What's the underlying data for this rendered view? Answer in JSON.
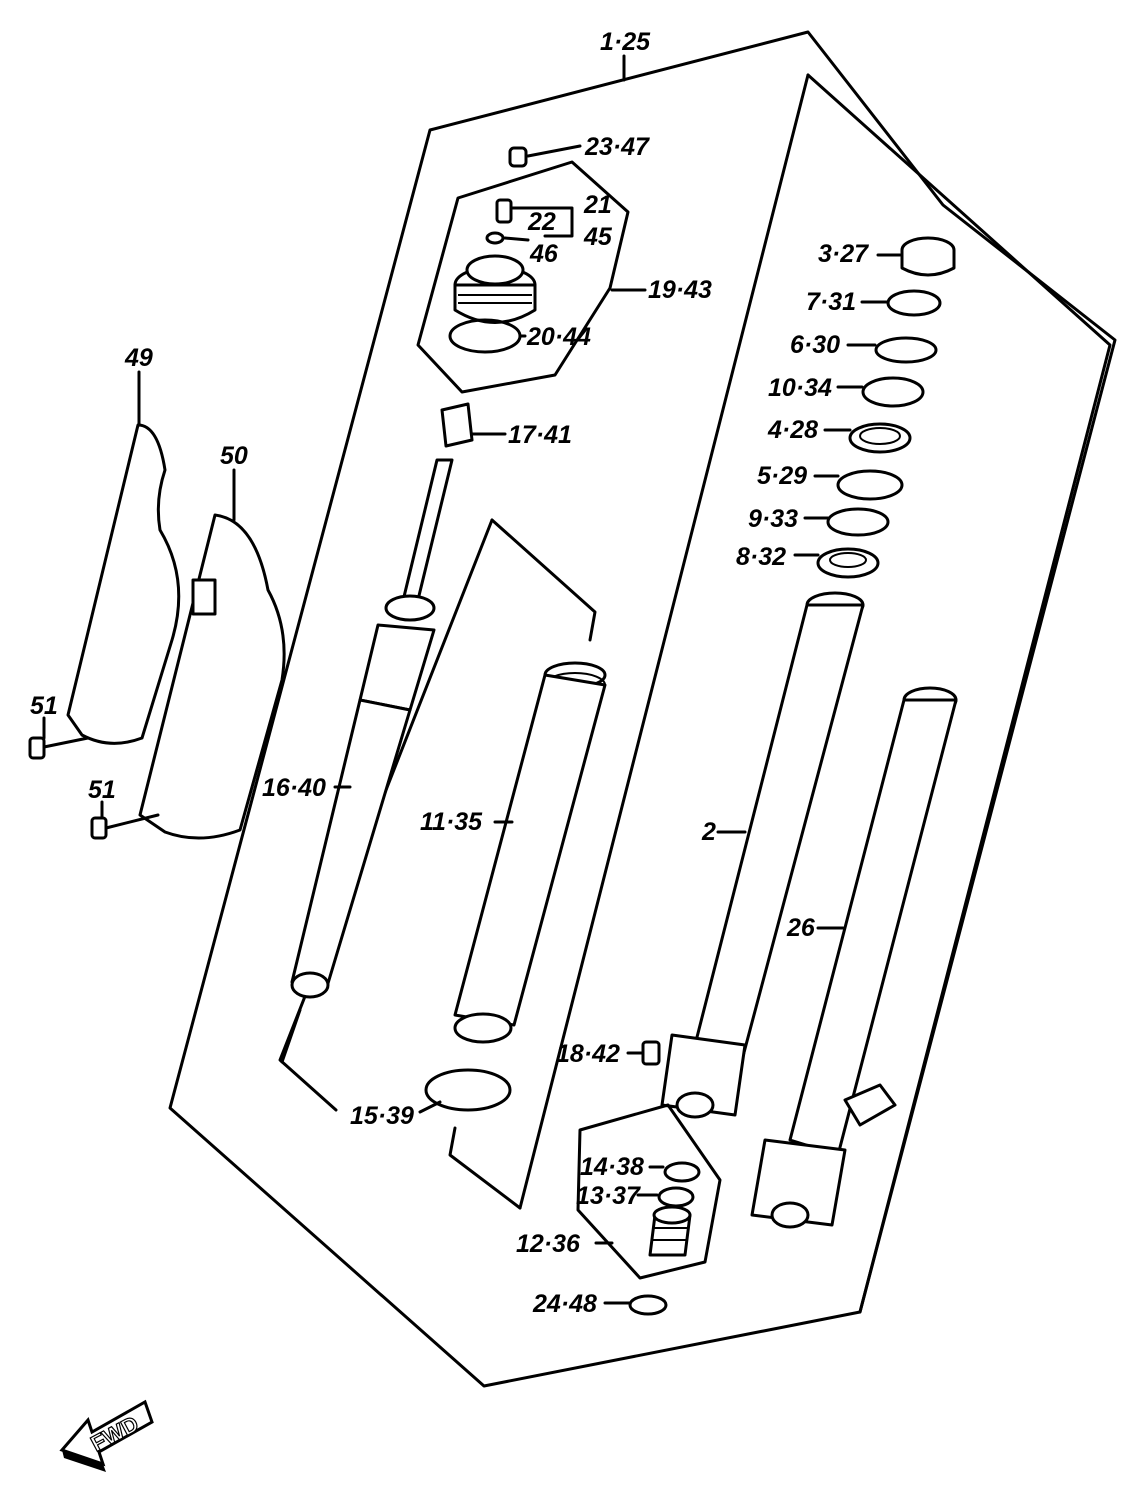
{
  "diagram": {
    "labels": {
      "l_1_25": "1·25",
      "l_23_47": "23·47",
      "l_21": "21",
      "l_22": "22",
      "l_45": "45",
      "l_46": "46",
      "l_19_43": "19·43",
      "l_20_44": "20·44",
      "l_17_41": "17·41",
      "l_3_27": "3·27",
      "l_7_31": "7·31",
      "l_6_30": "6·30",
      "l_10_34": "10·34",
      "l_4_28": "4·28",
      "l_5_29": "5·29",
      "l_9_33": "9·33",
      "l_8_32": "8·32",
      "l_49": "49",
      "l_50": "50",
      "l_51a": "51",
      "l_51b": "51",
      "l_16_40": "16·40",
      "l_11_35": "11·35",
      "l_2": "2",
      "l_26": "26",
      "l_18_42": "18·42",
      "l_15_39": "15·39",
      "l_14_38": "14·38",
      "l_13_37": "13·37",
      "l_12_36": "12·36",
      "l_24_48": "24·48"
    },
    "fwd_label": "FWD"
  }
}
